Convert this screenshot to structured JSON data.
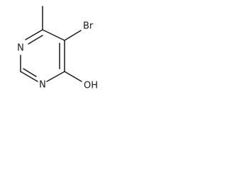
{
  "molecule": {
    "atoms": {
      "n1": "N",
      "n3": "N",
      "br": "Br",
      "oh": "OH"
    },
    "colors": {
      "ink": "#1a1a1a",
      "background": "#ffffff"
    }
  }
}
